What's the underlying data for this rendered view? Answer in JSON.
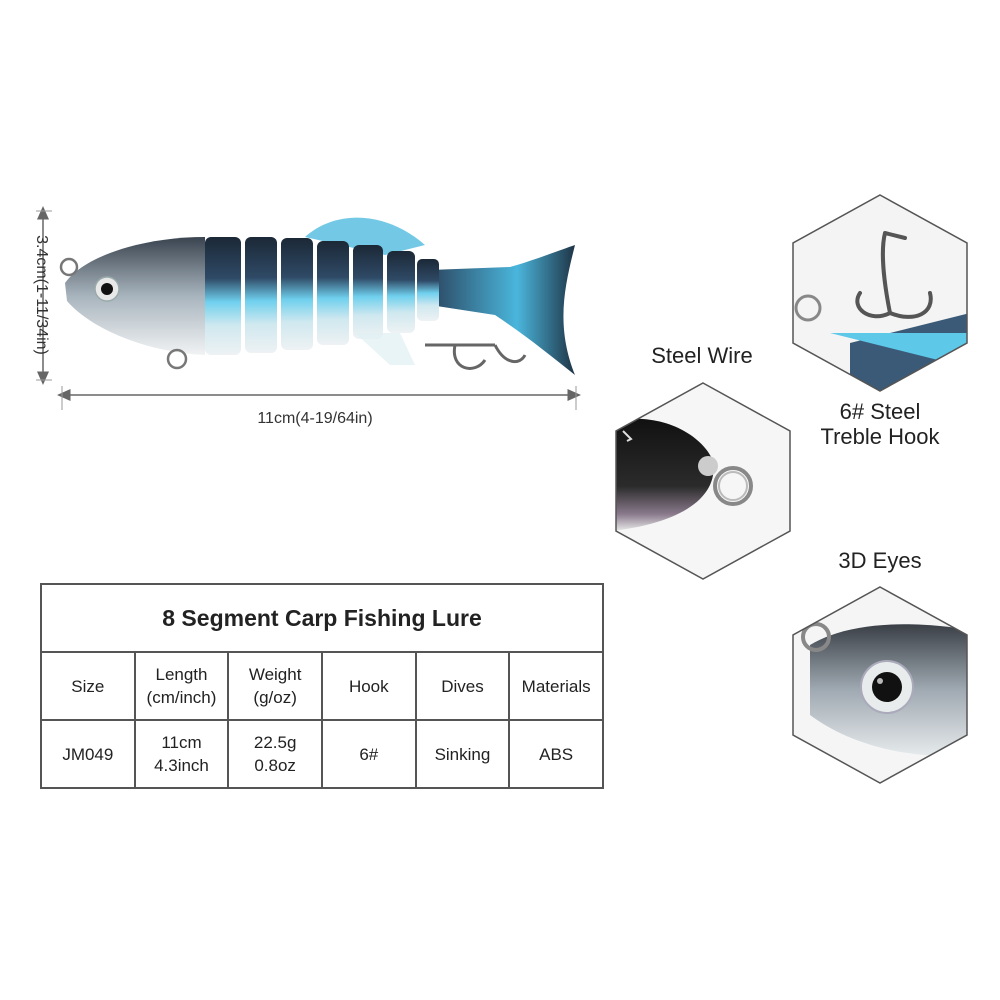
{
  "dimensions": {
    "height_label": "3.4cm(1-11/34in)",
    "length_label": "11cm(4-19/64in)"
  },
  "features": {
    "steel_wire": "Steel Wire",
    "treble_hook_line1": "6# Steel",
    "treble_hook_line2": "Treble Hook",
    "eyes": "3D Eyes"
  },
  "table": {
    "title": "8 Segment Carp Fishing Lure",
    "headers": {
      "size": "Size",
      "length_1": "Length",
      "length_2": "(cm/inch)",
      "weight_1": "Weight",
      "weight_2": "(g/oz)",
      "hook": "Hook",
      "dives": "Dives",
      "materials": "Materials"
    },
    "values": {
      "size": "JM049",
      "length_1": "11cm",
      "length_2": "4.3inch",
      "weight_1": "22.5g",
      "weight_2": "0.8oz",
      "hook": "6#",
      "dives": "Sinking",
      "materials": "ABS"
    }
  },
  "colors": {
    "fish_dark": "#1c2b3a",
    "fish_blue": "#5ec8e8",
    "fish_belly": "#dfe6ea",
    "border": "#555555"
  }
}
